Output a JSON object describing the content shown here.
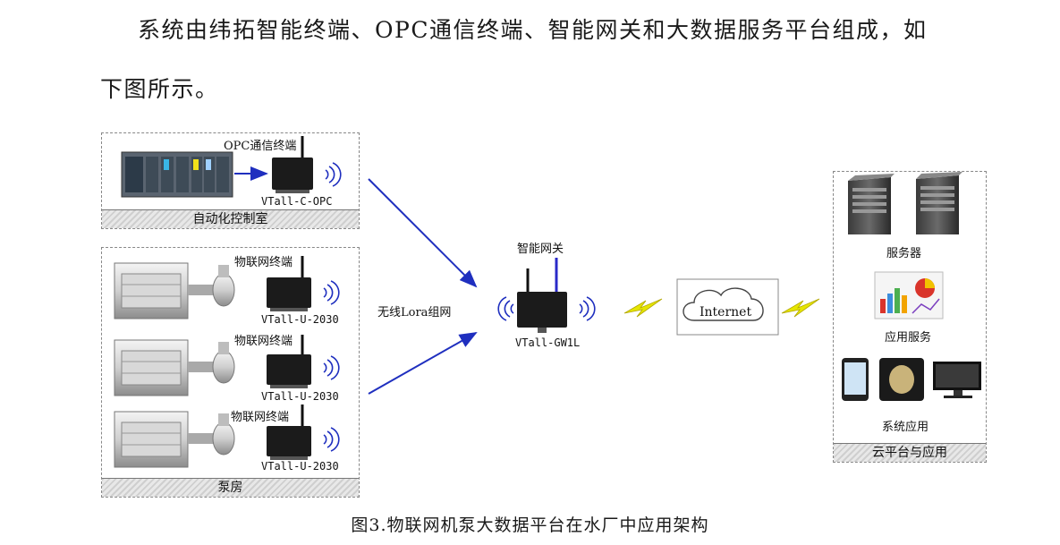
{
  "text": {
    "para_line1": "系统由纬拓智能终端、OPC通信终端、智能网关和大数据服务平台组成，如",
    "para_line2": "下图所示。",
    "caption": "图3.物联网机泵大数据平台在水厂中应用架构"
  },
  "diagram": {
    "control_room": {
      "title": "自动化控制室",
      "terminal_label": "OPC通信终端",
      "device_model": "VTall-C-OPC"
    },
    "pump_room": {
      "title": "泵房",
      "units": [
        {
          "terminal_label": "物联网终端",
          "device_model": "VTall-U-2030"
        },
        {
          "terminal_label": "物联网终端",
          "device_model": "VTall-U-2030"
        },
        {
          "terminal_label": "物联网终端",
          "device_model": "VTall-U-2030"
        }
      ]
    },
    "wireless_label": "无线Lora组网",
    "gateway": {
      "label": "智能网关",
      "model": "VTall-GW1L"
    },
    "internet_label": "Internet",
    "cloud": {
      "title": "云平台与应用",
      "servers_label": "服务器",
      "app_service_label": "应用服务",
      "system_app_label": "系统应用"
    }
  },
  "colors": {
    "arrow": "#1f2fbf",
    "lightning": "#e6e600",
    "device": "#1b1b1b"
  }
}
